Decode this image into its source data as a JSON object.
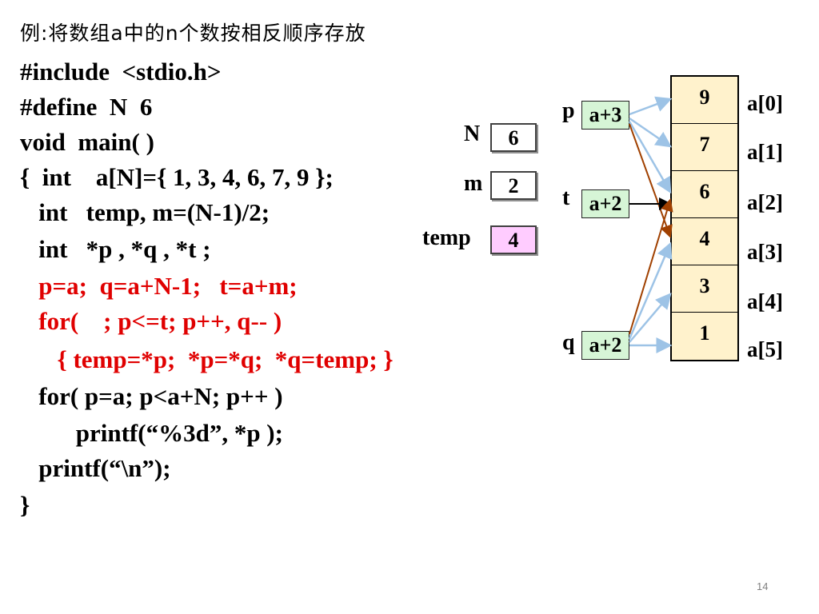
{
  "title": "例:将数组a中的n个数按相反顺序存放",
  "code_lines": [
    {
      "text": "#include  <stdio.h>",
      "color": "black"
    },
    {
      "text": "#define  N  6",
      "color": "black"
    },
    {
      "text": "void  main( )",
      "color": "black"
    },
    {
      "text": "{  int    a[N]={ 1, 3, 4, 6, 7, 9 };",
      "color": "black"
    },
    {
      "text": "   int   temp, m=(N-1)/2;",
      "color": "black"
    },
    {
      "text": "   int   *p , *q , *t ;",
      "color": "black"
    },
    {
      "text": "   p=a;  q=a+N-1;   t=a+m;",
      "color": "red"
    },
    {
      "text": "   for(    ; p<=t; p++, q-- )",
      "color": "red"
    },
    {
      "text": "      { temp=*p;  *p=*q;  *q=temp; }",
      "color": "red"
    },
    {
      "text": "   for( p=a; p<a+N; p++ )",
      "color": "black"
    },
    {
      "text": "         printf(“%3d”, *p );",
      "color": "black"
    },
    {
      "text": "   printf(“\\n”);",
      "color": "black"
    },
    {
      "text": "}",
      "color": "black"
    }
  ],
  "vars": {
    "N": {
      "label": "N",
      "value": "6",
      "color": "#ffffff"
    },
    "m": {
      "label": "m",
      "value": "2",
      "color": "#ffffff"
    },
    "temp": {
      "label": "temp",
      "value": "4",
      "color": "#ffccff"
    }
  },
  "pointers": {
    "p": {
      "label": "p",
      "value": "a+3"
    },
    "t": {
      "label": "t",
      "value": "a+2"
    },
    "q": {
      "label": "q",
      "value": "a+2"
    }
  },
  "array": {
    "cells": [
      "9",
      "7",
      "6",
      "4",
      "3",
      "1"
    ],
    "indices": [
      "a[0]",
      "a[1]",
      "a[2]",
      "a[3]",
      "a[4]",
      "a[5]"
    ],
    "cell_color": "#fff2cc"
  },
  "colors": {
    "code_red": "#e00000",
    "pointer_fill": "#d6f5d6",
    "arrow_blue": "#9dc3e6",
    "arrow_brown": "#a04000"
  },
  "page_number": "14"
}
